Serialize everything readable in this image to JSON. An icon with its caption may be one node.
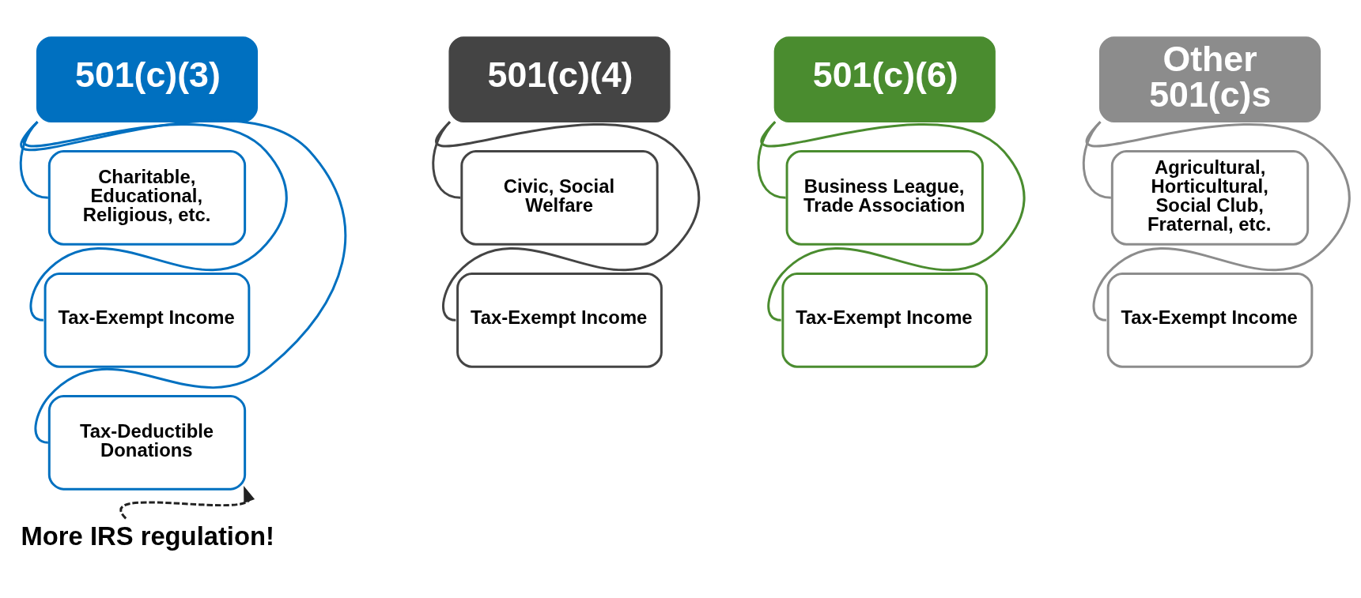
{
  "diagram": {
    "nodes": [
      {
        "text": [
          "501(c)(3)"
        ]
      },
      {
        "text": [
          "Charitable, Educational, Religious, etc."
        ]
      },
      {
        "text": [
          "Tax-Exempt Income"
        ]
      },
      {
        "text": [
          "Tax-Deductible Donations"
        ]
      },
      {
        "text": [
          "501(c)(4)"
        ]
      },
      {
        "text": [
          "Civic, Social Welfare"
        ]
      },
      {
        "text": [
          "Tax-Exempt Income"
        ]
      },
      {
        "text": [
          "501(c)(6)"
        ]
      },
      {
        "text": [
          "Business League, Trade Association"
        ]
      },
      {
        "text": [
          "Tax-Exempt Income"
        ]
      },
      {
        "text": [
          "Other 501(c)s"
        ]
      },
      {
        "text": [
          "Agricultural, Horticultural, Social Club, Fraternal, etc."
        ]
      },
      {
        "text": [
          "Tax-Exempt Income"
        ]
      },
      {
        "text": [
          "More IRS regulation!"
        ]
      }
    ],
    "edges": [
      {
        "from": 0,
        "to": 1,
        "arrow": "none",
        "color": "#0070c0"
      },
      {
        "from": 0,
        "to": 2,
        "arrow": "none",
        "color": "#0070c0"
      },
      {
        "from": 0,
        "to": 3,
        "arrow": "none",
        "color": "#0070c0"
      },
      {
        "from": 4,
        "to": 5,
        "arrow": "none",
        "color": "#444444"
      },
      {
        "from": 4,
        "to": 6,
        "arrow": "none",
        "color": "#444444"
      },
      {
        "from": 7,
        "to": 8,
        "arrow": "none",
        "color": "#4a8c2f"
      },
      {
        "from": 7,
        "to": 9,
        "arrow": "none",
        "color": "#4a8c2f"
      },
      {
        "from": 10,
        "to": 11,
        "arrow": "none",
        "color": "#8c8c8c"
      },
      {
        "from": 10,
        "to": 12,
        "arrow": "none",
        "color": "#8c8c8c"
      },
      {
        "from": 13,
        "to": 3,
        "arrow": "to",
        "style": "dashed",
        "color": "#222222"
      }
    ]
  }
}
